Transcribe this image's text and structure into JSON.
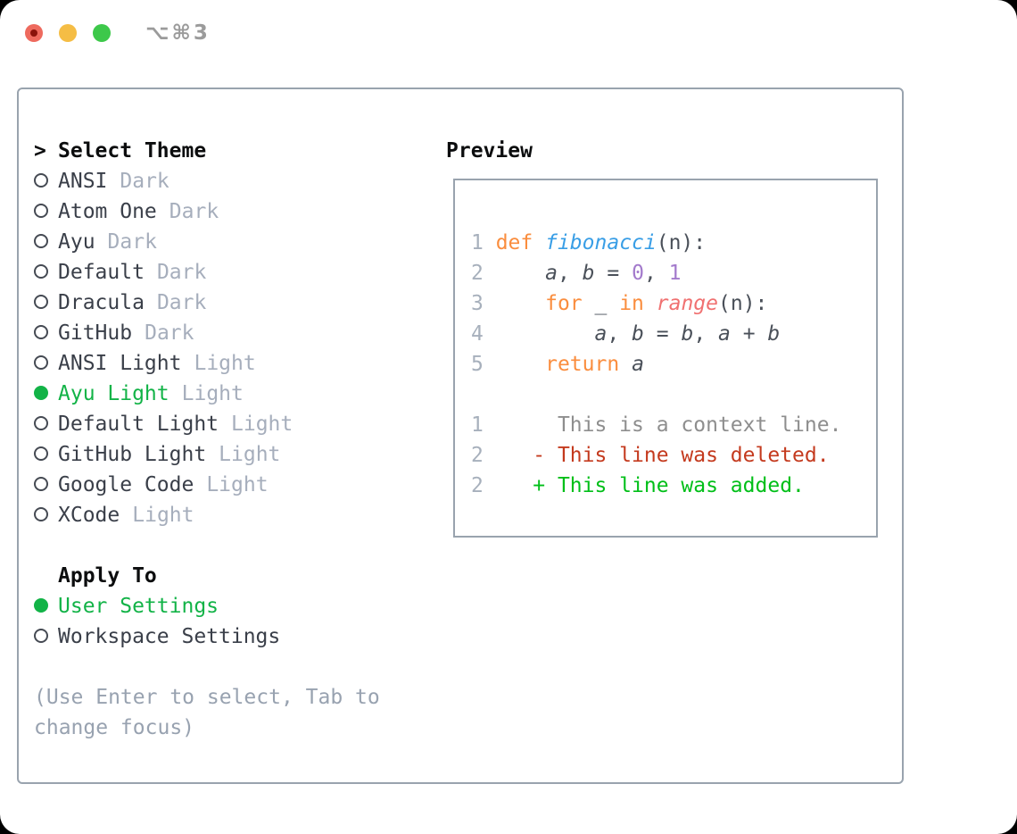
{
  "window": {
    "shortcut": "⌥⌘3"
  },
  "theme_panel": {
    "title_prefix": ">",
    "title": "Select Theme",
    "items": [
      {
        "name": "ANSI",
        "tag": "Dark",
        "selected": false
      },
      {
        "name": "Atom One",
        "tag": "Dark",
        "selected": false
      },
      {
        "name": "Ayu",
        "tag": "Dark",
        "selected": false
      },
      {
        "name": "Default",
        "tag": "Dark",
        "selected": false
      },
      {
        "name": "Dracula",
        "tag": "Dark",
        "selected": false
      },
      {
        "name": "GitHub",
        "tag": "Dark",
        "selected": false
      },
      {
        "name": "ANSI Light",
        "tag": "Light",
        "selected": false
      },
      {
        "name": "Ayu Light",
        "tag": "Light",
        "selected": true
      },
      {
        "name": "Default Light",
        "tag": "Light",
        "selected": false
      },
      {
        "name": "GitHub Light",
        "tag": "Light",
        "selected": false
      },
      {
        "name": "Google Code",
        "tag": "Light",
        "selected": false
      },
      {
        "name": "XCode",
        "tag": "Light",
        "selected": false
      }
    ],
    "apply_to": {
      "title": "Apply To",
      "options": [
        {
          "label": "User Settings",
          "selected": true
        },
        {
          "label": "Workspace Settings",
          "selected": false
        }
      ]
    },
    "hint_lines": [
      "(Use Enter to select, Tab to",
      "change focus)"
    ]
  },
  "preview": {
    "title": "Preview",
    "code_lines": [
      {
        "tokens": [
          [
            "ln",
            "1 "
          ],
          [
            "k",
            "def"
          ],
          [
            "p",
            " "
          ],
          [
            "f",
            "fibonacci"
          ],
          [
            "p",
            "(n):"
          ]
        ]
      },
      {
        "tokens": [
          [
            "ln",
            "2"
          ],
          [
            "p",
            "     "
          ],
          [
            "i",
            "a"
          ],
          [
            "p",
            ", "
          ],
          [
            "i",
            "b"
          ],
          [
            "p",
            " = "
          ],
          [
            "n",
            "0"
          ],
          [
            "p",
            ", "
          ],
          [
            "n",
            "1"
          ]
        ]
      },
      {
        "tokens": [
          [
            "ln",
            "3"
          ],
          [
            "p",
            "     "
          ],
          [
            "k",
            "for"
          ],
          [
            "p",
            " _ "
          ],
          [
            "k",
            "in"
          ],
          [
            "p",
            " "
          ],
          [
            "b",
            "range"
          ],
          [
            "p",
            "(n):"
          ]
        ]
      },
      {
        "tokens": [
          [
            "ln",
            "4"
          ],
          [
            "p",
            "         "
          ],
          [
            "i",
            "a"
          ],
          [
            "p",
            ", "
          ],
          [
            "i",
            "b"
          ],
          [
            "p",
            " = "
          ],
          [
            "i",
            "b"
          ],
          [
            "p",
            ", "
          ],
          [
            "i",
            "a"
          ],
          [
            "p",
            " + "
          ],
          [
            "i",
            "b"
          ]
        ]
      },
      {
        "tokens": [
          [
            "ln",
            "5"
          ],
          [
            "p",
            "     "
          ],
          [
            "k",
            "return"
          ],
          [
            "p",
            " "
          ],
          [
            "i",
            "a"
          ]
        ]
      }
    ],
    "diff_lines": [
      {
        "tokens": [
          [
            "ln",
            "1"
          ],
          [
            "cx",
            "      This is a context line."
          ]
        ]
      },
      {
        "tokens": [
          [
            "ln",
            "2"
          ],
          [
            "dl",
            "    - This line was deleted."
          ]
        ]
      },
      {
        "tokens": [
          [
            "ln",
            "2"
          ],
          [
            "ad",
            "    + This line was added."
          ]
        ]
      }
    ]
  },
  "colors": {
    "selection_green": "#12b347",
    "keyword_orange": "#fa8d3e",
    "function_blue": "#399ee6",
    "builtin_coral": "#f07171",
    "number_purple": "#a37acc",
    "code_default": "#4a5059",
    "line_number_gray": "#a7b0bc",
    "diff_removed_red": "#c43a1e",
    "diff_added_green": "#00bf18",
    "diff_context_gray": "#8e8e8e",
    "tag_gray": "#a6aebc",
    "item_text": "#3a3f49",
    "heading_black": "#0c0d0e",
    "hint_gray": "#98a2b0",
    "border_gray": "#99a3ae",
    "radio_stroke": "#454a53",
    "traffic_red": "#ee6a5e",
    "traffic_red_dot": "#8a130b",
    "traffic_yellow": "#f5bd45",
    "traffic_green": "#3dc84a",
    "shortcut_gray": "#9b9b9b"
  }
}
